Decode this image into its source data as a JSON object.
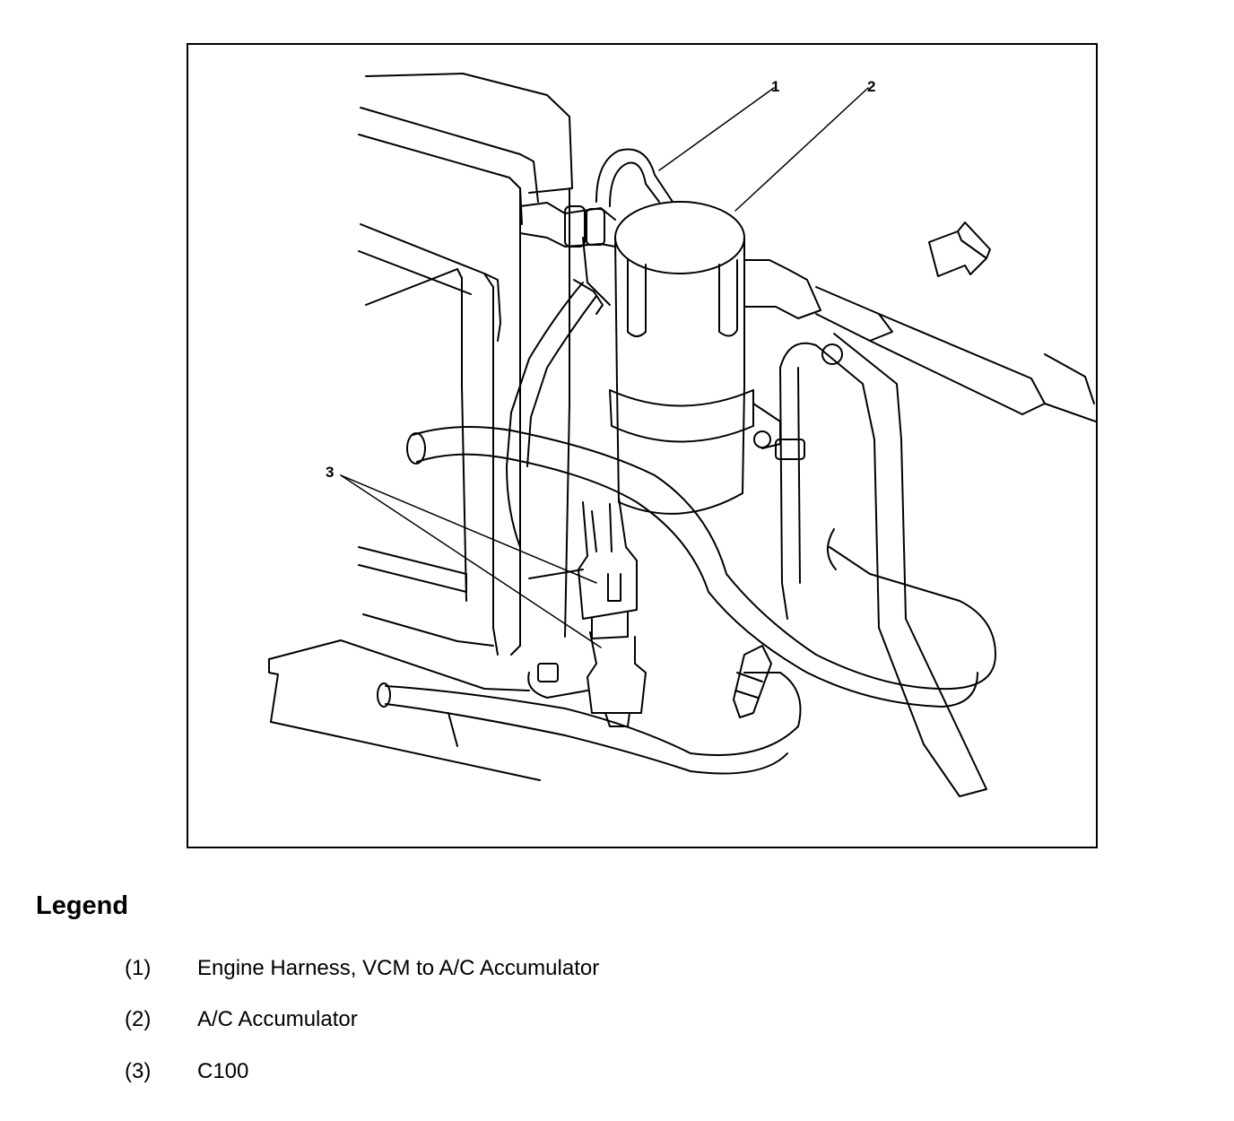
{
  "figure": {
    "callouts": [
      {
        "number": "1"
      },
      {
        "number": "2"
      },
      {
        "number": "3"
      }
    ]
  },
  "legend": {
    "title": "Legend",
    "items": [
      {
        "number": "(1)",
        "text": "Engine Harness, VCM to A/C Accumulator"
      },
      {
        "number": "(2)",
        "text": "A/C Accumulator"
      },
      {
        "number": "(3)",
        "text": "C100"
      }
    ]
  }
}
